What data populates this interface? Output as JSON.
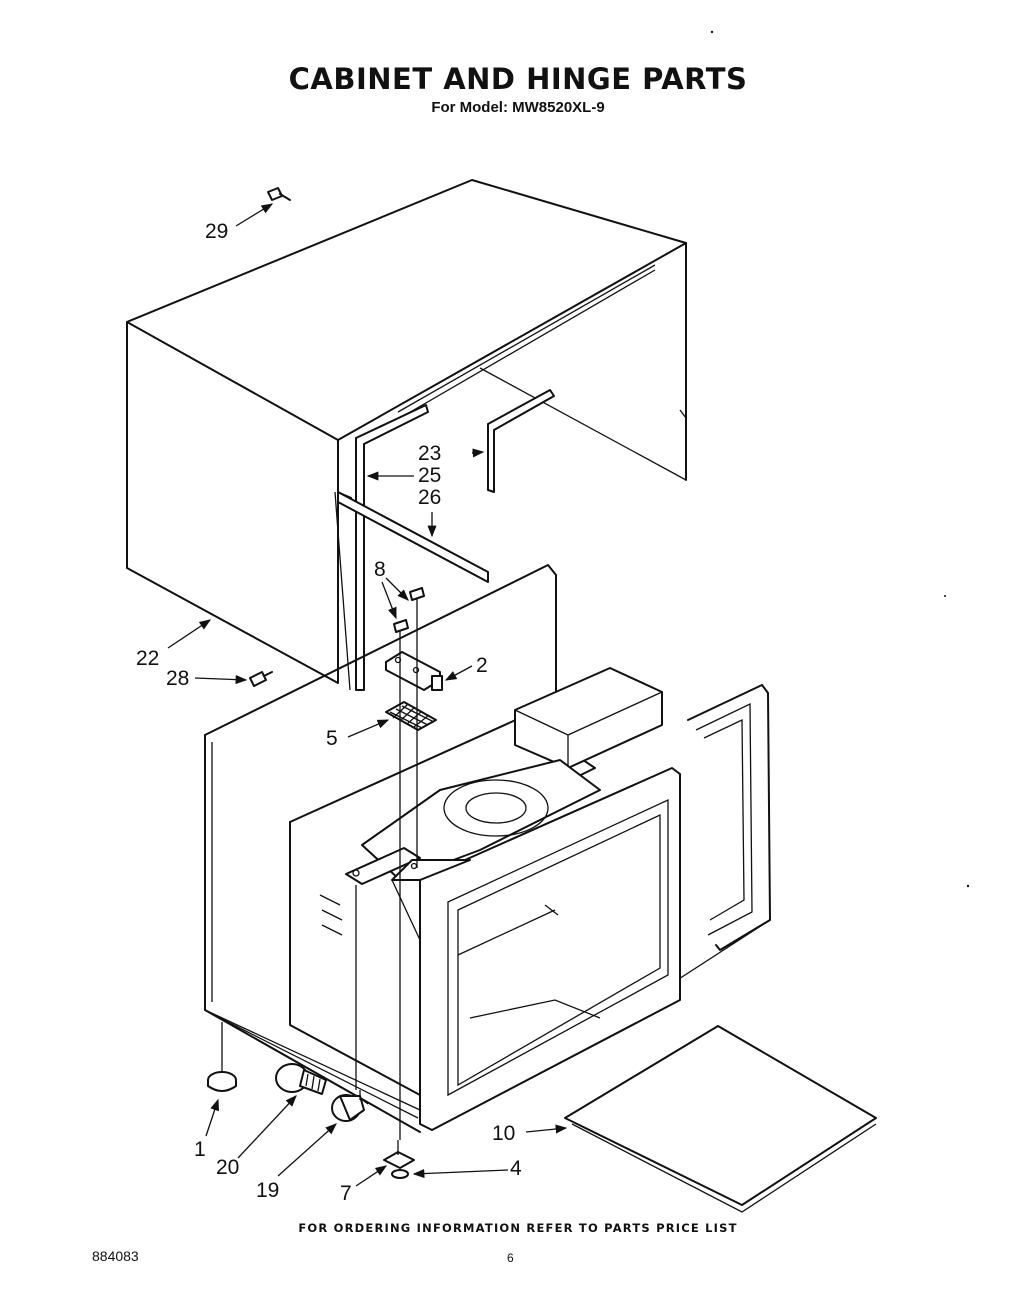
{
  "header": {
    "title": "CABINET AND HINGE PARTS",
    "subtitle": "For Model: MW8520XL-9"
  },
  "callouts": {
    "p1": "1",
    "p2": "2",
    "p4": "4",
    "p5": "5",
    "p7": "7",
    "p8": "8",
    "p10": "10",
    "p19": "19",
    "p20": "20",
    "p22": "22",
    "p23": "23",
    "p25": "25",
    "p26": "26",
    "p28": "28",
    "p29": "29"
  },
  "footer": {
    "note": "FOR ORDERING INFORMATION REFER TO PARTS PRICE LIST",
    "doc_number": "884083",
    "page_number": "6"
  }
}
